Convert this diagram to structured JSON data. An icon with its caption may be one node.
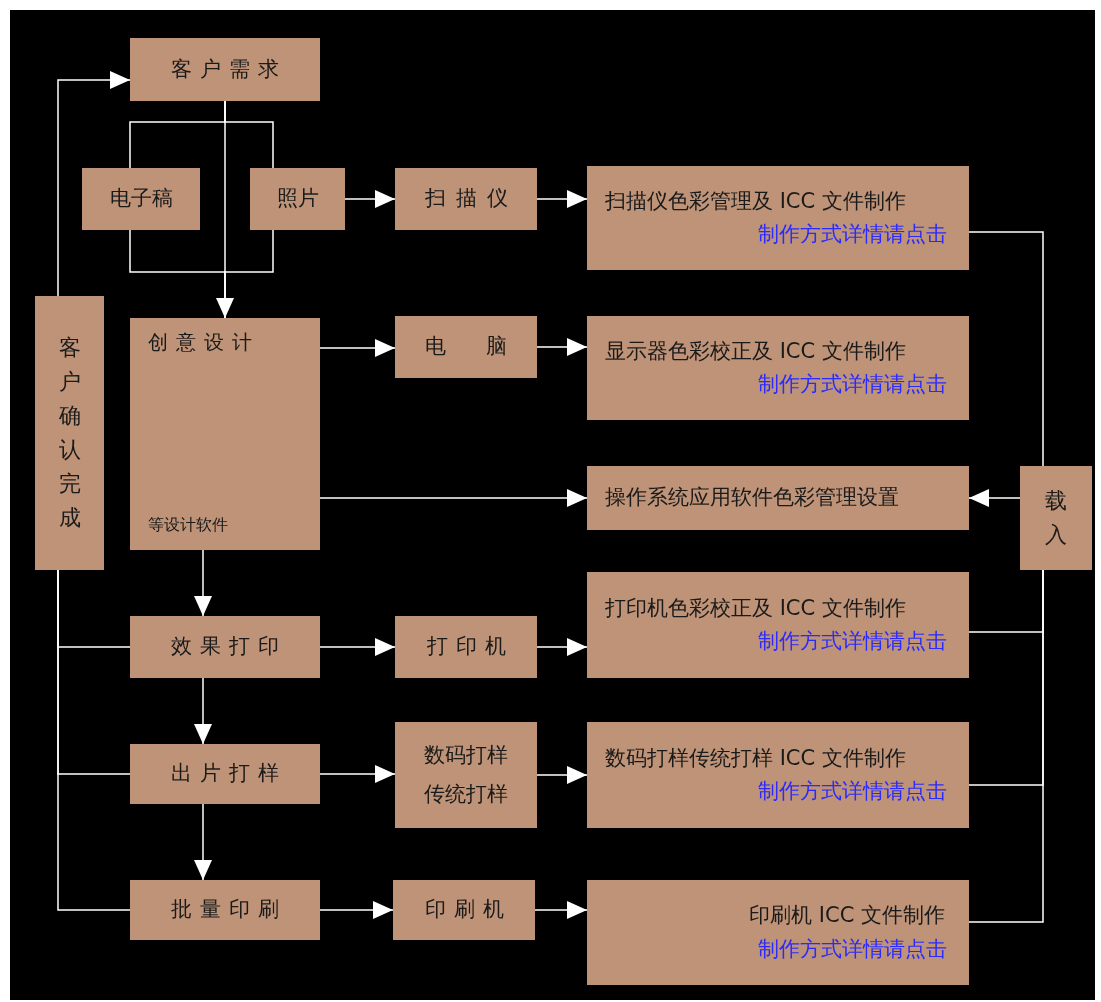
{
  "diagram": {
    "nodes": [
      {
        "text": [
          "客户需求"
        ]
      },
      {
        "text": [
          "电子稿"
        ]
      },
      {
        "text": [
          "照片"
        ]
      },
      {
        "text": [
          "创意设计",
          "等设计软件"
        ]
      },
      {
        "text": [
          "扫描仪"
        ]
      },
      {
        "text": [
          "扫描仪色彩管理及 ICC 文件制作",
          "制作方式详情请点击"
        ]
      },
      {
        "text": [
          "电脑"
        ]
      },
      {
        "text": [
          "显示器色彩校正及 ICC 文件制作",
          "制作方式详情请点击"
        ]
      },
      {
        "text": [
          "操作系统应用软件色彩管理设置"
        ]
      },
      {
        "text": [
          "载入"
        ]
      },
      {
        "text": [
          "客户确认完成"
        ]
      },
      {
        "text": [
          "效果打印"
        ]
      },
      {
        "text": [
          "打印机"
        ]
      },
      {
        "text": [
          "打印机色彩校正及 ICC 文件制作",
          "制作方式详情请点击"
        ]
      },
      {
        "text": [
          "出片打样"
        ]
      },
      {
        "text": [
          "数码打样",
          "传统打样"
        ]
      },
      {
        "text": [
          "数码打样传统打样 ICC 文件制作",
          "制作方式详情请点击"
        ]
      },
      {
        "text": [
          "批量印刷"
        ]
      },
      {
        "text": [
          "印刷机"
        ]
      },
      {
        "text": [
          "印刷机 ICC 文件制作",
          "制作方式详情请点击"
        ]
      }
    ],
    "edges": [
      {
        "from": 0,
        "to": 3,
        "arrow": "to"
      },
      {
        "from": 0,
        "to": 1,
        "arrow": "none"
      },
      {
        "from": 0,
        "to": 2,
        "arrow": "none"
      },
      {
        "from": 1,
        "to": 3,
        "arrow": "none"
      },
      {
        "from": 2,
        "to": 3,
        "arrow": "none"
      },
      {
        "from": 2,
        "to": 4,
        "arrow": "to"
      },
      {
        "from": 4,
        "to": 5,
        "arrow": "to"
      },
      {
        "from": 3,
        "to": 6,
        "arrow": "to"
      },
      {
        "from": 6,
        "to": 7,
        "arrow": "to"
      },
      {
        "from": 3,
        "to": 8,
        "arrow": "to"
      },
      {
        "from": 5,
        "to": 9,
        "arrow": "none"
      },
      {
        "from": 9,
        "to": 8,
        "arrow": "to"
      },
      {
        "from": 13,
        "to": 9,
        "arrow": "none"
      },
      {
        "from": 16,
        "to": 9,
        "arrow": "none"
      },
      {
        "from": 19,
        "to": 9,
        "arrow": "none"
      },
      {
        "from": 3,
        "to": 11,
        "arrow": "to"
      },
      {
        "from": 11,
        "to": 12,
        "arrow": "to"
      },
      {
        "from": 12,
        "to": 13,
        "arrow": "to"
      },
      {
        "from": 11,
        "to": 14,
        "arrow": "to"
      },
      {
        "from": 14,
        "to": 15,
        "arrow": "to"
      },
      {
        "from": 15,
        "to": 16,
        "arrow": "to"
      },
      {
        "from": 14,
        "to": 17,
        "arrow": "to"
      },
      {
        "from": 17,
        "to": 18,
        "arrow": "to"
      },
      {
        "from": 18,
        "to": 19,
        "arrow": "to"
      },
      {
        "from": 10,
        "to": 0,
        "arrow": "to"
      },
      {
        "from": 11,
        "to": 10,
        "arrow": "none"
      },
      {
        "from": 14,
        "to": 10,
        "arrow": "none"
      },
      {
        "from": 17,
        "to": 10,
        "arrow": "none"
      }
    ]
  }
}
